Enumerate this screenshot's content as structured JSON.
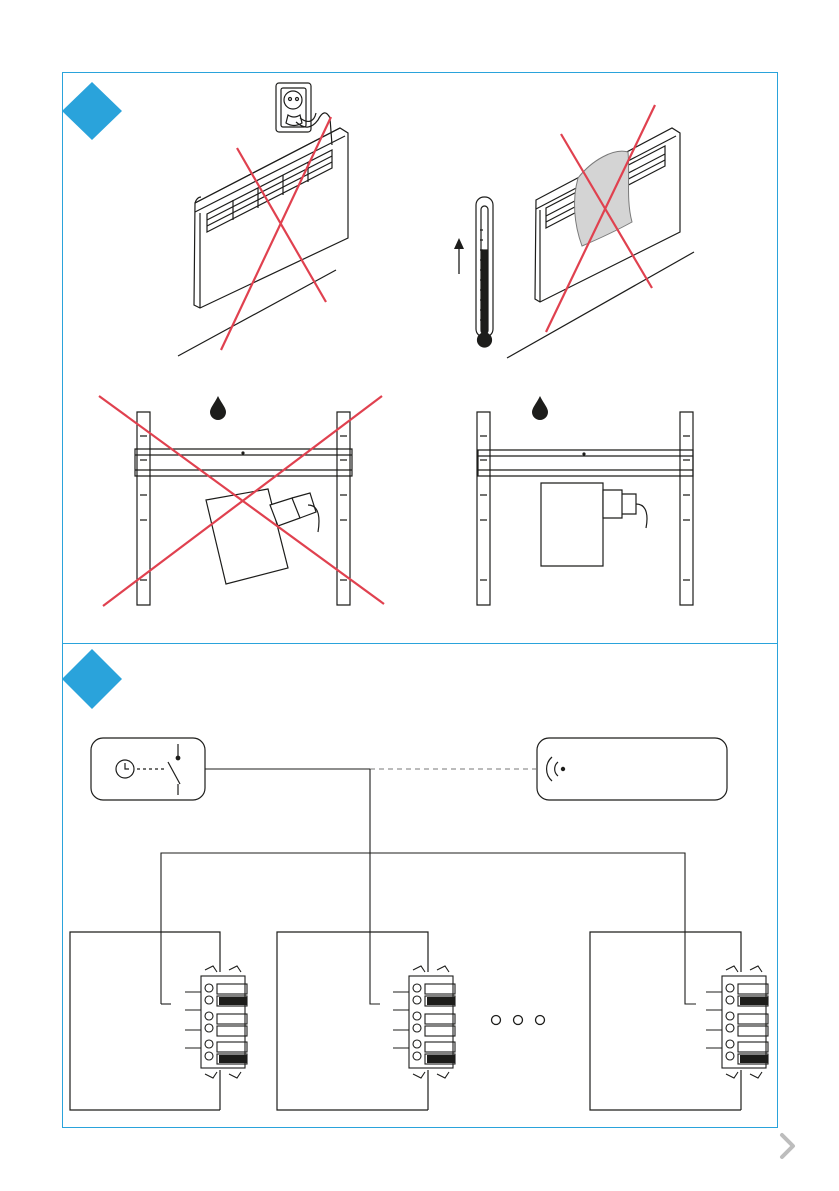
{
  "colors": {
    "accent": "#2aa3db",
    "warning_cross": "#e0414f",
    "line": "#1d1d1b",
    "grey": "#9a9a9a"
  },
  "sections": [
    {
      "badge_icon": "blue-diamond-icon"
    },
    {
      "badge_icon": "blue-diamond-icon"
    }
  ],
  "section1": {
    "scenes": [
      {
        "name": "heater-plugged-crossed",
        "crossed": true
      },
      {
        "name": "heater-covered-crossed",
        "crossed": true
      },
      {
        "name": "bracket-box-angled-crossed",
        "crossed": true
      },
      {
        "name": "bracket-box-straight-correct",
        "crossed": false
      }
    ]
  },
  "section2": {
    "units": [
      {
        "name": "heater-unit-1",
        "connector_icon": "terminal-block-icon"
      },
      {
        "name": "heater-unit-2",
        "connector_icon": "terminal-block-icon"
      },
      {
        "name": "heater-unit-n",
        "connector_icon": "terminal-block-icon"
      }
    ],
    "controls": [
      {
        "name": "timer-switch",
        "icon": "clock-icon"
      },
      {
        "name": "wireless-receiver",
        "icon": "wireless-signal-icon"
      }
    ],
    "continuation_icon": "ellipsis-dots-icon"
  },
  "footer": {
    "next_icon": "chevron-right-icon"
  }
}
